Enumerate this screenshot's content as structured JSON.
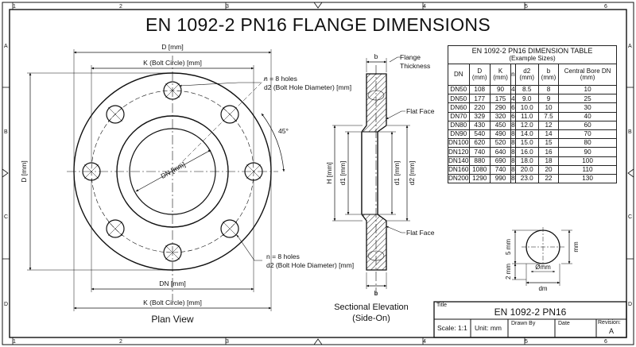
{
  "title": "EN 1092-2 PN16 FLANGE DIMENSIONS",
  "border": {
    "top_numbers": [
      "1",
      "2",
      "3",
      "4",
      "5",
      "6"
    ],
    "bottom_numbers": [
      "1",
      "2",
      "3",
      "4",
      "5",
      "6"
    ],
    "left_letters": [
      "A",
      "B",
      "C",
      "D"
    ],
    "right_letters": [
      "A",
      "B",
      "C",
      "D"
    ]
  },
  "plan_view": {
    "caption": "Plan View",
    "dim_D_top": "D [mm]",
    "dim_K_top": "K (Bolt Circle) [mm]",
    "dim_D_left": "D [mm]",
    "dim_DN_inner": "DN [mm]",
    "dim_DN_bottom": "DN [mm]",
    "dim_K_bottom": "K (Bolt Circle) [mm]",
    "angle": "45°",
    "holes_note_top_1": "n = 8 holes",
    "holes_note_top_2": "d2 (Bolt Hole Diameter) [mm]",
    "holes_note_bottom_1": "n = 8 holes",
    "holes_note_bottom_2": "d2 (Bolt Hole Diameter) [mm]"
  },
  "section_view": {
    "caption_1": "Sectional Elevation",
    "caption_2": "(Side-On)",
    "b_label_top": "b",
    "b_label_bottom": "b",
    "flange_thickness_1": "Flange",
    "flange_thickness_2": "Thickness",
    "flat_face_top": "Flat Face",
    "flat_face_bottom": "Flat Face",
    "H_label": "H [mm]",
    "d1_left": "d1 [mm]",
    "d1_right": "d1 [mm]",
    "d2_right": "d2 [mm]"
  },
  "detail": {
    "dim_5mm": "5 mm",
    "dim_2mm": "2 mm",
    "dim_mm_right": "mm",
    "dia_label": "Ømm",
    "dm_label": "dm"
  },
  "table": {
    "caption": "EN 1092-2 PN16 DIMENSION TABLE",
    "subcaption": "(Example Sizes)",
    "headers": [
      "DN",
      "D (mm)",
      "K (mm)",
      "n",
      "d2 (mm)",
      "b (mm)",
      "Central Bore DN (mm)"
    ],
    "rows": [
      [
        "DN50",
        "108",
        "90",
        "4",
        "8.5",
        "8",
        "10"
      ],
      [
        "DN50",
        "177",
        "175",
        "4",
        "9.0",
        "9",
        "25"
      ],
      [
        "DN60",
        "220",
        "290",
        "6",
        "10.0",
        "10",
        "30"
      ],
      [
        "DN70",
        "329",
        "320",
        "6",
        "11.0",
        "7.5",
        "40"
      ],
      [
        "DN80",
        "430",
        "450",
        "8",
        "12.0",
        "12",
        "60"
      ],
      [
        "DN90",
        "540",
        "490",
        "8",
        "14.0",
        "14",
        "70"
      ],
      [
        "DN100",
        "620",
        "520",
        "8",
        "15.0",
        "15",
        "80"
      ],
      [
        "DN120",
        "740",
        "640",
        "8",
        "16.0",
        "16",
        "90"
      ],
      [
        "DN140",
        "880",
        "690",
        "8",
        "18.0",
        "18",
        "100"
      ],
      [
        "DN160",
        "1080",
        "740",
        "8",
        "20.0",
        "20",
        "110"
      ],
      [
        "DN200",
        "1290",
        "990",
        "8",
        "23.0",
        "22",
        "130"
      ]
    ]
  },
  "title_block": {
    "title_label": "Title",
    "title_value": "EN 1092-2 PN16",
    "scale": "Scale: 1:1",
    "unit": "Unit: mm",
    "drawn_by": "Drawn By",
    "date": "Date",
    "revision_label": "Revision:",
    "revision_value": "A"
  }
}
